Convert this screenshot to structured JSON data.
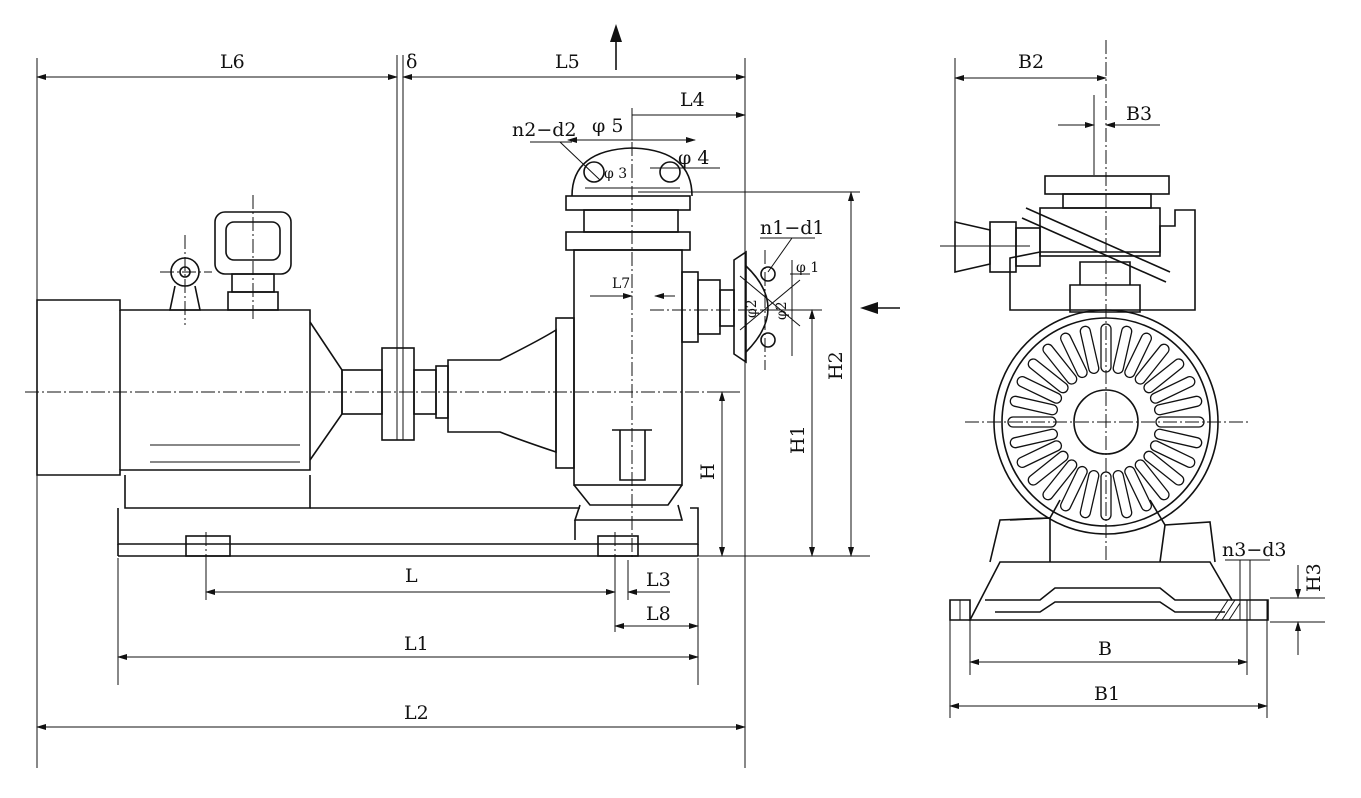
{
  "front_view": {
    "labels": {
      "L6": "L6",
      "delta": "δ",
      "L5": "L5",
      "L4": "L4",
      "n2d2": "n2−d2",
      "phi5": "φ 5",
      "phi4": "φ 4",
      "phi3": "φ 3",
      "n1d1": "n1−d1",
      "phi1": "φ 1",
      "phi2": "φ2",
      "phi2b": "φ2",
      "L7": "L7",
      "H": "H",
      "H1": "H1",
      "H2": "H2",
      "L": "L",
      "L3": "L3",
      "L8": "L8",
      "L1": "L1",
      "L2": "L2"
    }
  },
  "side_view": {
    "labels": {
      "B2": "B2",
      "B3": "B3",
      "n3d3": "n3−d3",
      "H3": "H3",
      "B": "B",
      "B1": "B1"
    }
  }
}
